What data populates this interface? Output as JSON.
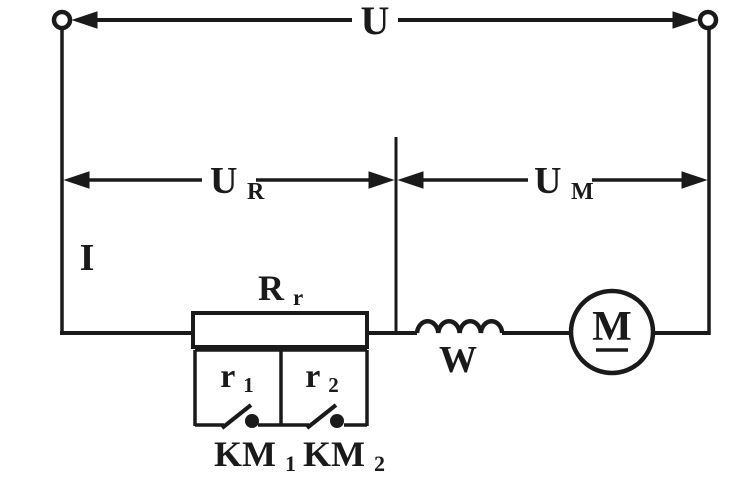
{
  "diagram": {
    "kind": "circuit-diagram",
    "description": "DC motor starting circuit with two-stage starting resistor, contactor switches, field winding and motor",
    "colors": {
      "line": "#1a1a1a",
      "background": "#ffffff"
    },
    "labels": {
      "u": {
        "main": "U"
      },
      "ur": {
        "main": "U",
        "sub": "R"
      },
      "um": {
        "main": "U",
        "sub": "M"
      },
      "current": {
        "main": "I"
      },
      "rr": {
        "main": "R",
        "sub": "r"
      },
      "r1": {
        "main": "r",
        "sub": "1"
      },
      "r2": {
        "main": "r",
        "sub": "2"
      },
      "km1": {
        "main": "KM",
        "sub": "1"
      },
      "km2": {
        "main": "KM",
        "sub": "2"
      },
      "w": {
        "main": "W"
      },
      "motor": {
        "main": "M"
      }
    }
  }
}
